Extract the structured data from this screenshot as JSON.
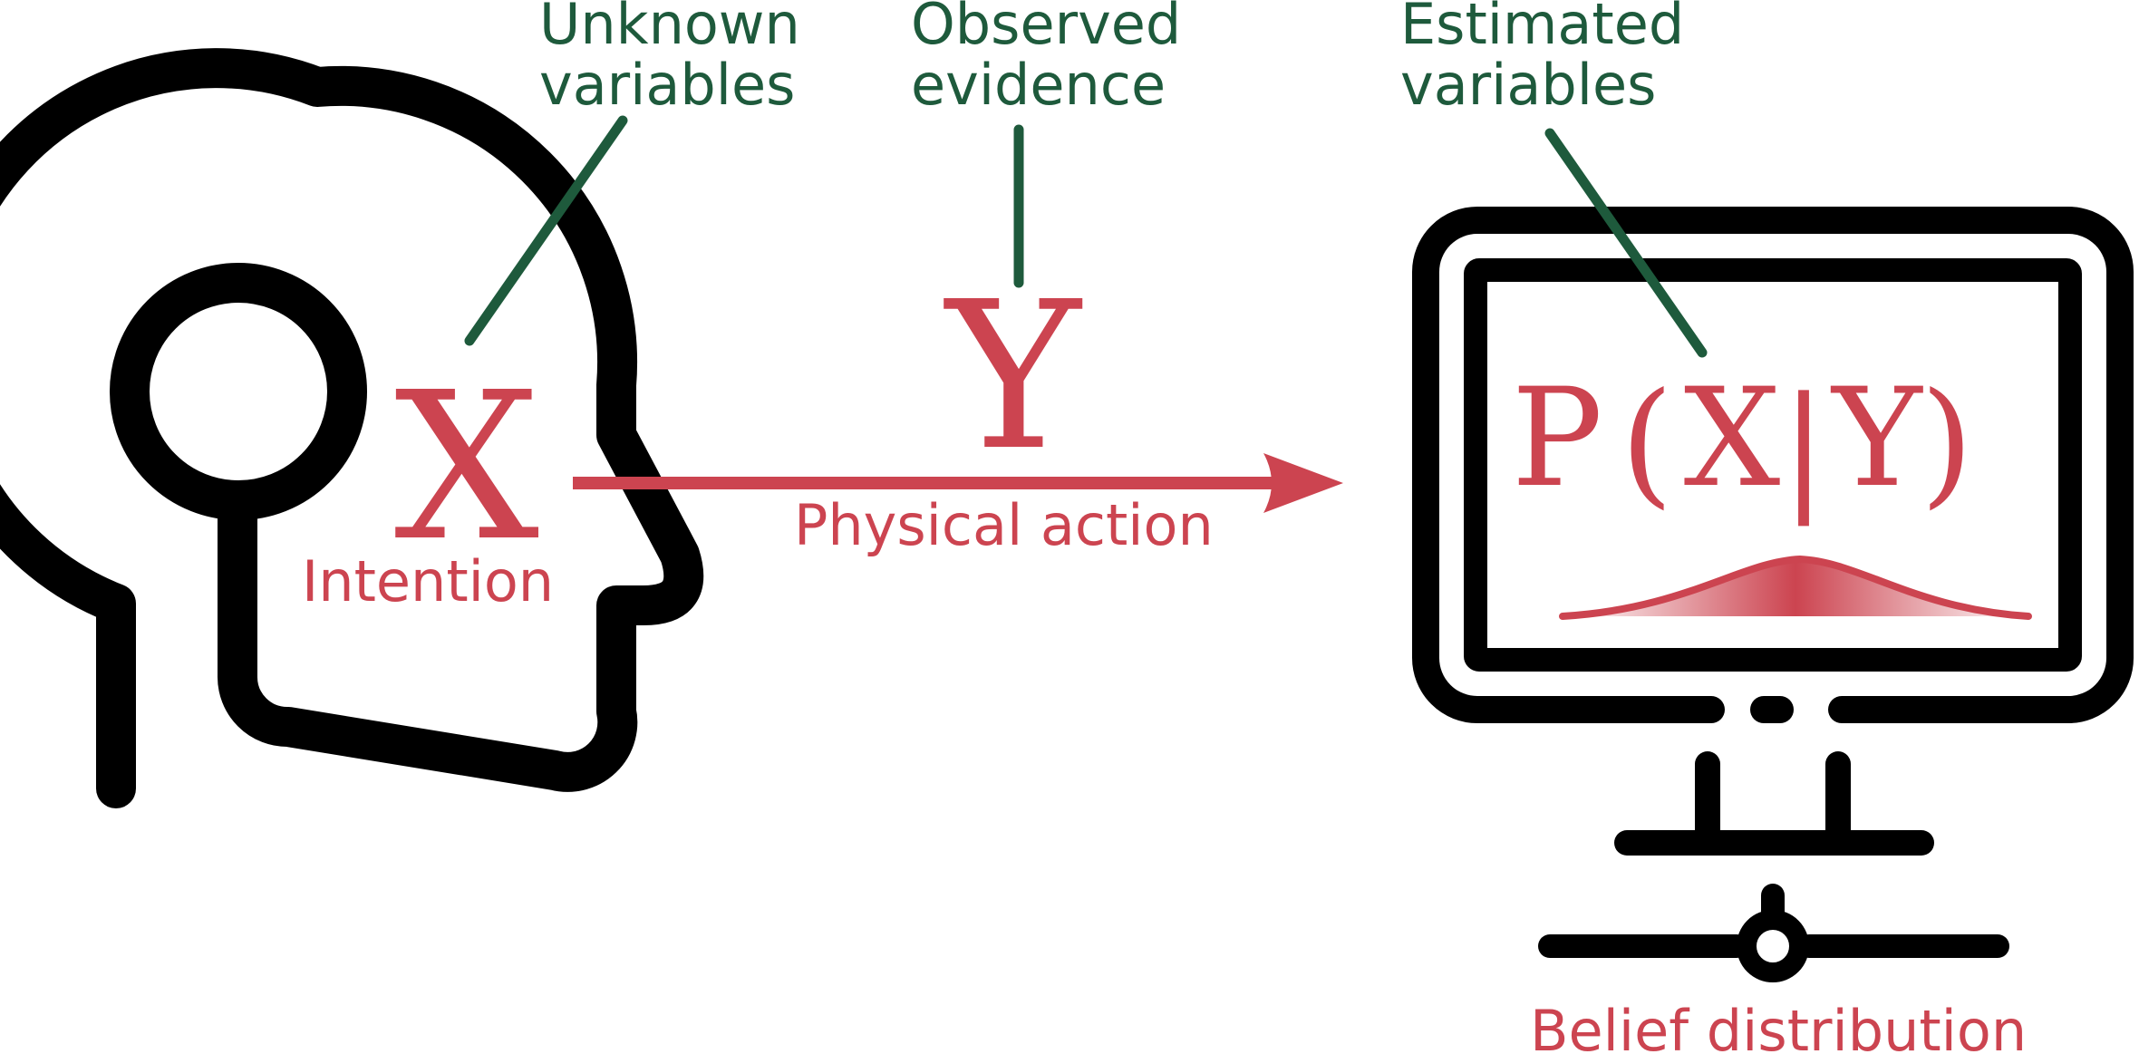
{
  "colors": {
    "ink": "#000000",
    "accent_red": "#cc4450",
    "annotation_green": "#1e5a3c",
    "background": "#ffffff"
  },
  "annotations": {
    "unknown": {
      "line1": "Unknown",
      "line2": "variables"
    },
    "observed": {
      "line1": "Observed",
      "line2": "evidence"
    },
    "estimated": {
      "line1": "Estimated",
      "line2": "variables"
    }
  },
  "symbols": {
    "intention_var": "X",
    "evidence_var": "Y",
    "posterior": {
      "p": "P",
      "open_paren": "(",
      "x": "X",
      "bar": "|",
      "y": "Y",
      "close_paren": ")"
    }
  },
  "labels": {
    "intention": "Intention",
    "action": "Physical action",
    "belief": "Belief distribution"
  },
  "icons": {
    "person": "human-head-profile-icon",
    "computer": "computer-monitor-icon",
    "network": "network-node-icon",
    "distribution": "gaussian-curve-icon"
  }
}
